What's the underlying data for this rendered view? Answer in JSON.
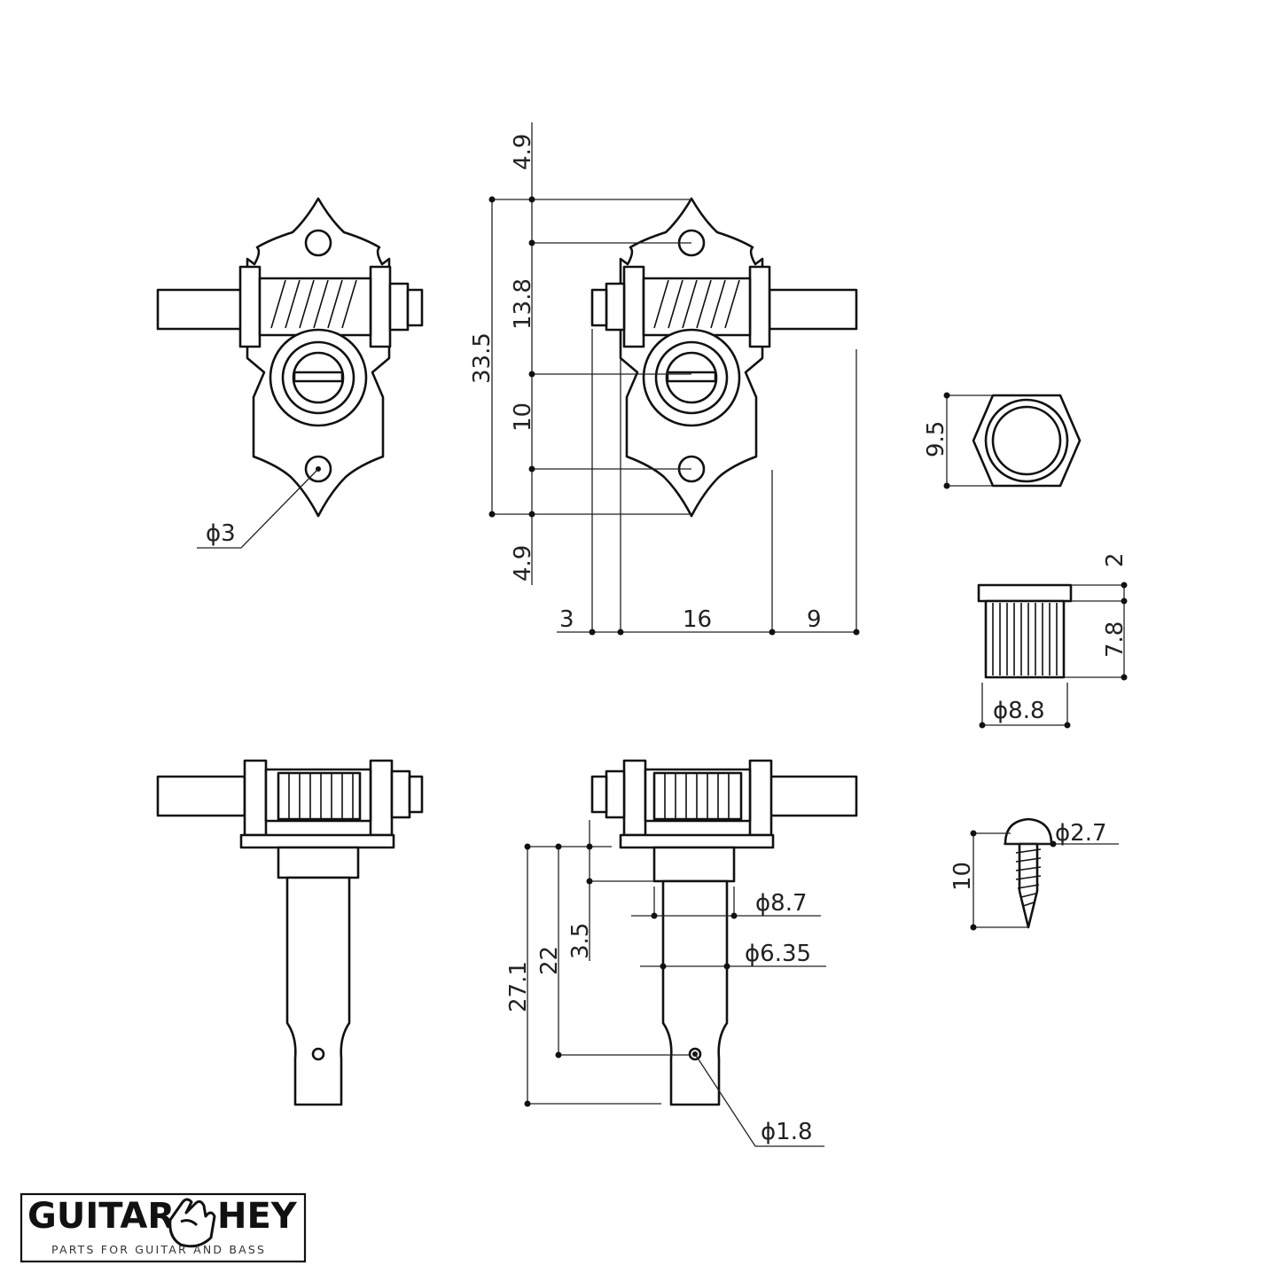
{
  "dimensions": {
    "hole_dia": "ϕ3",
    "top_4_9": "4.9",
    "height_13_8": "13.8",
    "height_33_5": "33.5",
    "height_10": "10",
    "bottom_4_9": "4.9",
    "width_3": "3",
    "width_16": "16",
    "width_9": "9",
    "nut_9_5": "9.5",
    "bushing_2": "2",
    "bushing_7_8": "7.8",
    "bushing_dia": "ϕ8.8",
    "screw_dia": "ϕ2.7",
    "screw_len": "10",
    "post_3_5": "3.5",
    "post_22": "22",
    "post_27_1": "27.1",
    "post_dia_8_7": "ϕ8.7",
    "post_dia_6_35": "ϕ6.35",
    "post_hole_dia": "ϕ1.8"
  },
  "logo": {
    "left": "GUITAR",
    "right": "HEY",
    "tagline": "PARTS FOR GUITAR AND BASS",
    "icon": "rock-hand-icon"
  }
}
